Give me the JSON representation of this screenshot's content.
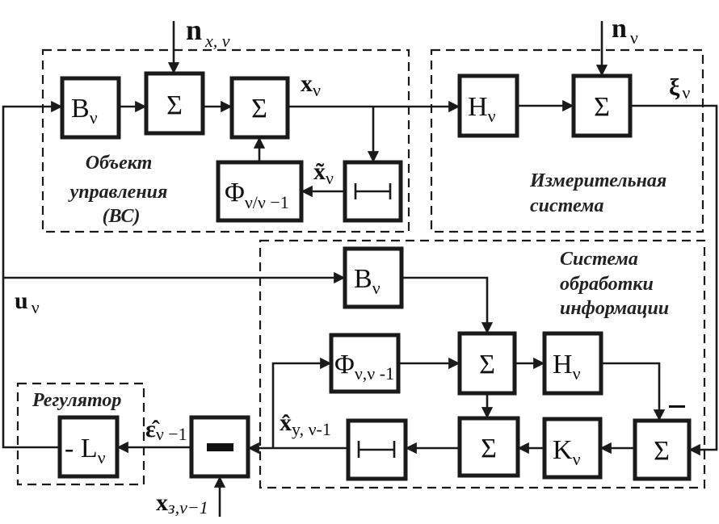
{
  "diagram": {
    "title": "Control system block diagram",
    "groups": {
      "plant": {
        "lines": [
          "Объект",
          "управления",
          "(ВС)"
        ]
      },
      "measurement": {
        "lines": [
          "Измерительная",
          "система"
        ]
      },
      "processing": {
        "lines": [
          "Система",
          "обработки",
          "информации"
        ]
      },
      "controller": {
        "lines": [
          "Регулятор"
        ]
      }
    },
    "blocks": {
      "plant_b": {
        "main": "B",
        "sub": "ν"
      },
      "plant_sum1": {
        "main": "Σ"
      },
      "plant_sum2": {
        "main": "Σ"
      },
      "plant_phi": {
        "main": "Φ",
        "sub": "ν/ν −1"
      },
      "plant_delay": {
        "main": "⊢⊣"
      },
      "meas_h": {
        "main": "H",
        "sub": "ν"
      },
      "meas_sum": {
        "main": "Σ"
      },
      "proc_b": {
        "main": "B",
        "sub": "ν"
      },
      "proc_phi": {
        "main": "Φ",
        "sub": "ν,ν -1"
      },
      "proc_sum_mid": {
        "main": "Σ"
      },
      "proc_h": {
        "main": "H",
        "sub": "ν"
      },
      "proc_delay": {
        "main": "⊢⊣"
      },
      "proc_sum_low": {
        "main": "Σ"
      },
      "proc_k": {
        "main": "K",
        "sub": "ν"
      },
      "proc_sum_right": {
        "main": "Σ"
      },
      "comparator": {
        "main": "−"
      },
      "controller_l": {
        "main": "- L",
        "sub": "ν"
      }
    },
    "signals": {
      "n_x": {
        "main": "n",
        "sub": "x, ν"
      },
      "n_v": {
        "main": "n",
        "sub": "ν"
      },
      "x_v": {
        "main": "x",
        "sub": "ν"
      },
      "x_tilde": {
        "main": "x̃",
        "sub": "ν"
      },
      "xi_v": {
        "main": "ξ",
        "sub": "ν"
      },
      "u_v": {
        "main": "u",
        "sub": "ν"
      },
      "x_hat": {
        "main": "x̂",
        "sub": "y, ν-1"
      },
      "eps_hat": {
        "main": "ε̂",
        "sub": "ν −1"
      },
      "x_ref": {
        "main": "x",
        "sub": "з,ν−1"
      },
      "minus_sign": {
        "main": "−"
      }
    }
  }
}
